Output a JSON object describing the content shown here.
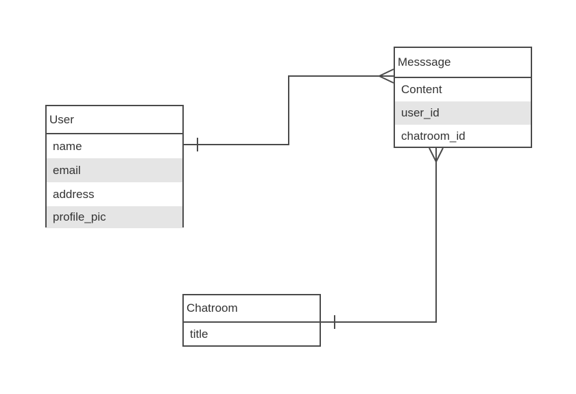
{
  "colors": {
    "line": "#4a4a4a",
    "shaded_row": "#e5e5e5",
    "text": "#333333",
    "background": "#ffffff"
  },
  "entities": {
    "user": {
      "title": "User",
      "fields": [
        "name",
        "email",
        "address",
        "profile_pic"
      ]
    },
    "message": {
      "title": "Messsage",
      "fields": [
        "Content",
        "user_id",
        "chatroom_id"
      ]
    },
    "chatroom": {
      "title": "Chatroom",
      "fields": [
        "title"
      ]
    }
  },
  "relationships": [
    {
      "from": "User",
      "from_cardinality": "one",
      "to": "Messsage",
      "to_cardinality": "many"
    },
    {
      "from": "Chatroom",
      "from_cardinality": "one",
      "to": "Messsage",
      "to_cardinality": "many"
    }
  ]
}
